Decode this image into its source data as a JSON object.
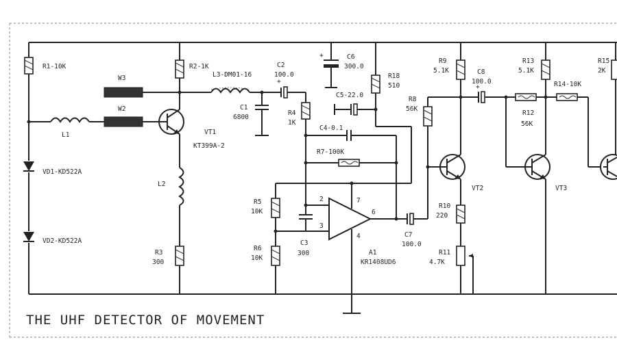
{
  "title": "THE UHF DETECTOR OF MOVEMENT",
  "labels": {
    "R1": "R1-10K",
    "R2": "R2-1K",
    "W3": "W3",
    "W2": "W2",
    "L1": "L1",
    "L3": "L3-DM01-16",
    "C2n": "C2",
    "C2v": "100.0",
    "C1n": "C1",
    "C1v": "6800",
    "R4n": "R4",
    "R4v": "1K",
    "VT1n": "VT1",
    "VT1v": "KT399A-2",
    "L2": "L2",
    "R3n": "R3",
    "R3v": "300",
    "VD1": "VD1-KD522A",
    "VD2": "VD2-KD522A",
    "C6n": "C6",
    "C6v": "300.0",
    "C5": "C5-22.0",
    "R18n": "R18",
    "R18v": "510",
    "C4": "C4-0.1",
    "R7": "R7-100K",
    "R5n": "R5",
    "R5v": "10K",
    "R6n": "R6",
    "R6v": "10K",
    "C3n": "C3",
    "C3v": "300",
    "pin2": "2",
    "pin3": "3",
    "pin7": "7",
    "pin6": "6",
    "pin4": "4",
    "A1n": "A1",
    "A1v": "KR1408UD6",
    "C7n": "C7",
    "C7v": "100.0",
    "R8n": "R8",
    "R8v": "56K",
    "R9n": "R9",
    "R9v": "5.1K",
    "C8n": "C8",
    "C8v": "100.0",
    "VT2": "VT2",
    "R10n": "R10",
    "R10v": "220",
    "R11n": "R11",
    "R11v": "4.7K",
    "R13n": "R13",
    "R13v": "5.1K",
    "R12n": "R12",
    "R12v": "56K",
    "R14": "R14-10K",
    "VT3": "VT3",
    "R15n": "R15",
    "R15v": "2K"
  }
}
